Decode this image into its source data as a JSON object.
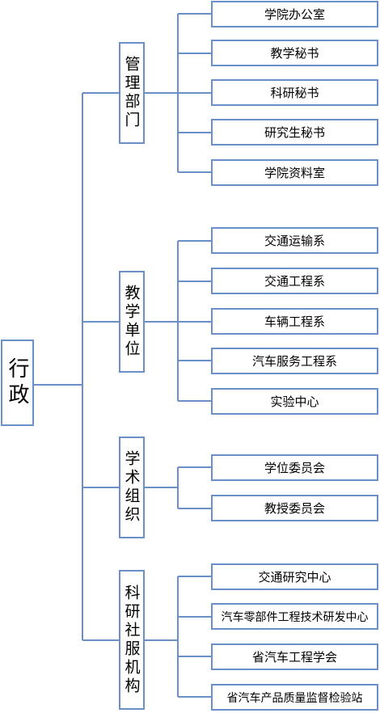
{
  "root": "行政",
  "categories": [
    {
      "label": "管理部门",
      "items": [
        "学院办公室",
        "教学秘书",
        "科研秘书",
        "研究生秘书",
        "学院资料室"
      ]
    },
    {
      "label": "教学单位",
      "items": [
        "交通运输系",
        "交通工程系",
        "车辆工程系",
        "汽车服务工程系",
        "实验中心"
      ]
    },
    {
      "label": "学术组织",
      "items": [
        "学位委员会",
        "教授委员会"
      ]
    },
    {
      "label": "科研社服机构",
      "items": [
        "交通研究中心",
        "汽车零部件工程技术研发中心",
        "省汽车工程学会",
        "省汽车产品质量监督检验站"
      ]
    }
  ],
  "colors": {
    "line": "#6b8fc9",
    "border": "#6b8fc9"
  }
}
